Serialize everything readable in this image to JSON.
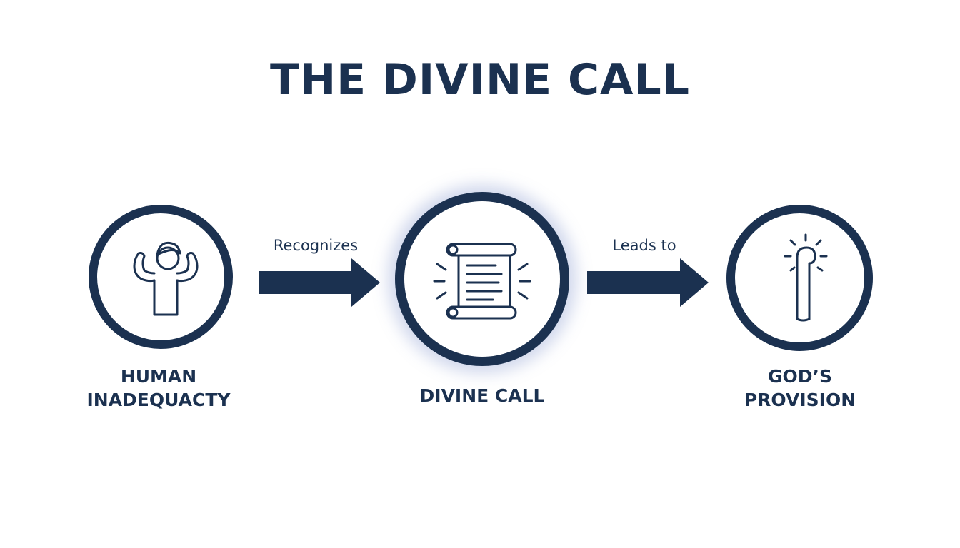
{
  "title": "THE DIVINE CALL",
  "nodes": [
    {
      "label": "HUMAN\nINADEQUACTY",
      "icon": "person-icon"
    },
    {
      "label": "DIVINE CALL",
      "icon": "scroll-icon"
    },
    {
      "label": "GOD’S\nPROVISION",
      "icon": "staff-icon"
    }
  ],
  "edges": [
    {
      "label": "Recognizes"
    },
    {
      "label": "Leads to"
    }
  ],
  "colors": {
    "primary": "#1b3150",
    "glow": "#8c9bd0",
    "background": "#ffffff"
  }
}
